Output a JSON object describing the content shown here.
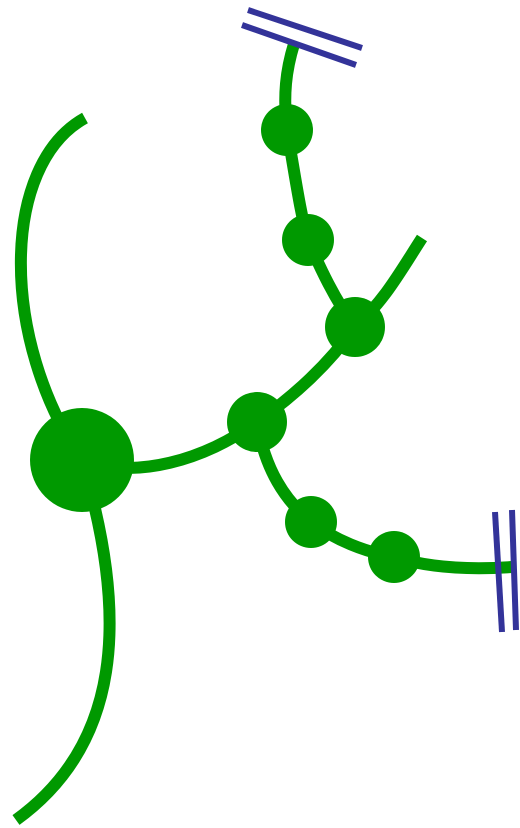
{
  "colors": {
    "background": "#ffffff",
    "branch": "#009900",
    "terminal_mark": "#333399"
  },
  "diagram": {
    "type": "branching-network",
    "nodes": [
      {
        "id": "root-node",
        "size": "large"
      },
      {
        "id": "junction-node-a",
        "size": "medium"
      },
      {
        "id": "junction-node-b",
        "size": "medium"
      },
      {
        "id": "upper-node-1",
        "size": "small"
      },
      {
        "id": "upper-node-2",
        "size": "small"
      },
      {
        "id": "lower-node-1",
        "size": "small"
      },
      {
        "id": "lower-node-2",
        "size": "small"
      }
    ],
    "terminals": [
      {
        "id": "top-terminal",
        "kind": "double-bar"
      },
      {
        "id": "right-terminal",
        "kind": "double-bar"
      }
    ],
    "open_ends": [
      {
        "id": "upper-left-open-end"
      },
      {
        "id": "bottom-open-end"
      },
      {
        "id": "upper-right-open-end"
      }
    ]
  }
}
